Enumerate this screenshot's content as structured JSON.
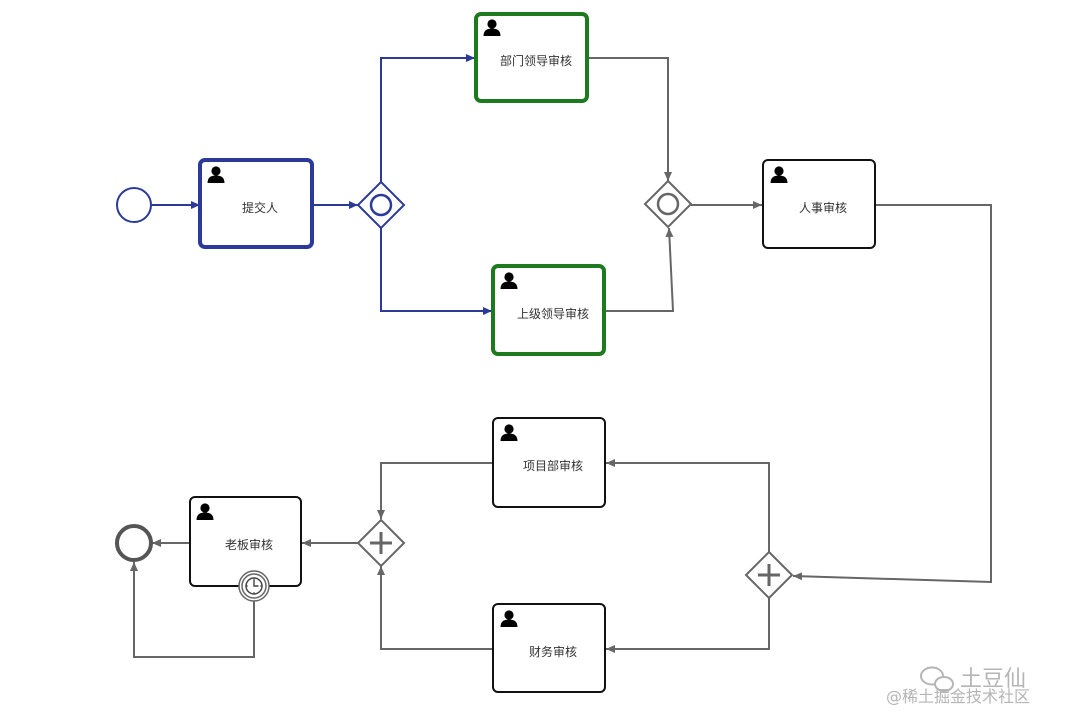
{
  "colors": {
    "active": "#2b3a9a",
    "completed": "#1e7a1e",
    "pending": "#111111",
    "flow": "#666666",
    "watermark": "#b5b5b5"
  },
  "tasks": {
    "submitter": "提交人",
    "dept_leader_review": "部门领导审核",
    "superior_leader_review": "上级领导审核",
    "hr_review": "人事审核",
    "project_dept_review": "项目部审核",
    "finance_review": "财务审核",
    "boss_review": "老板审核"
  },
  "icons": {
    "task_type": "user-icon",
    "boundary_event": "timer-icon",
    "inclusive_gateway": "circle-icon",
    "parallel_gateway": "plus-icon"
  },
  "watermark": {
    "account": "土豆仙",
    "platform": "@稀土掘金技术社区"
  }
}
